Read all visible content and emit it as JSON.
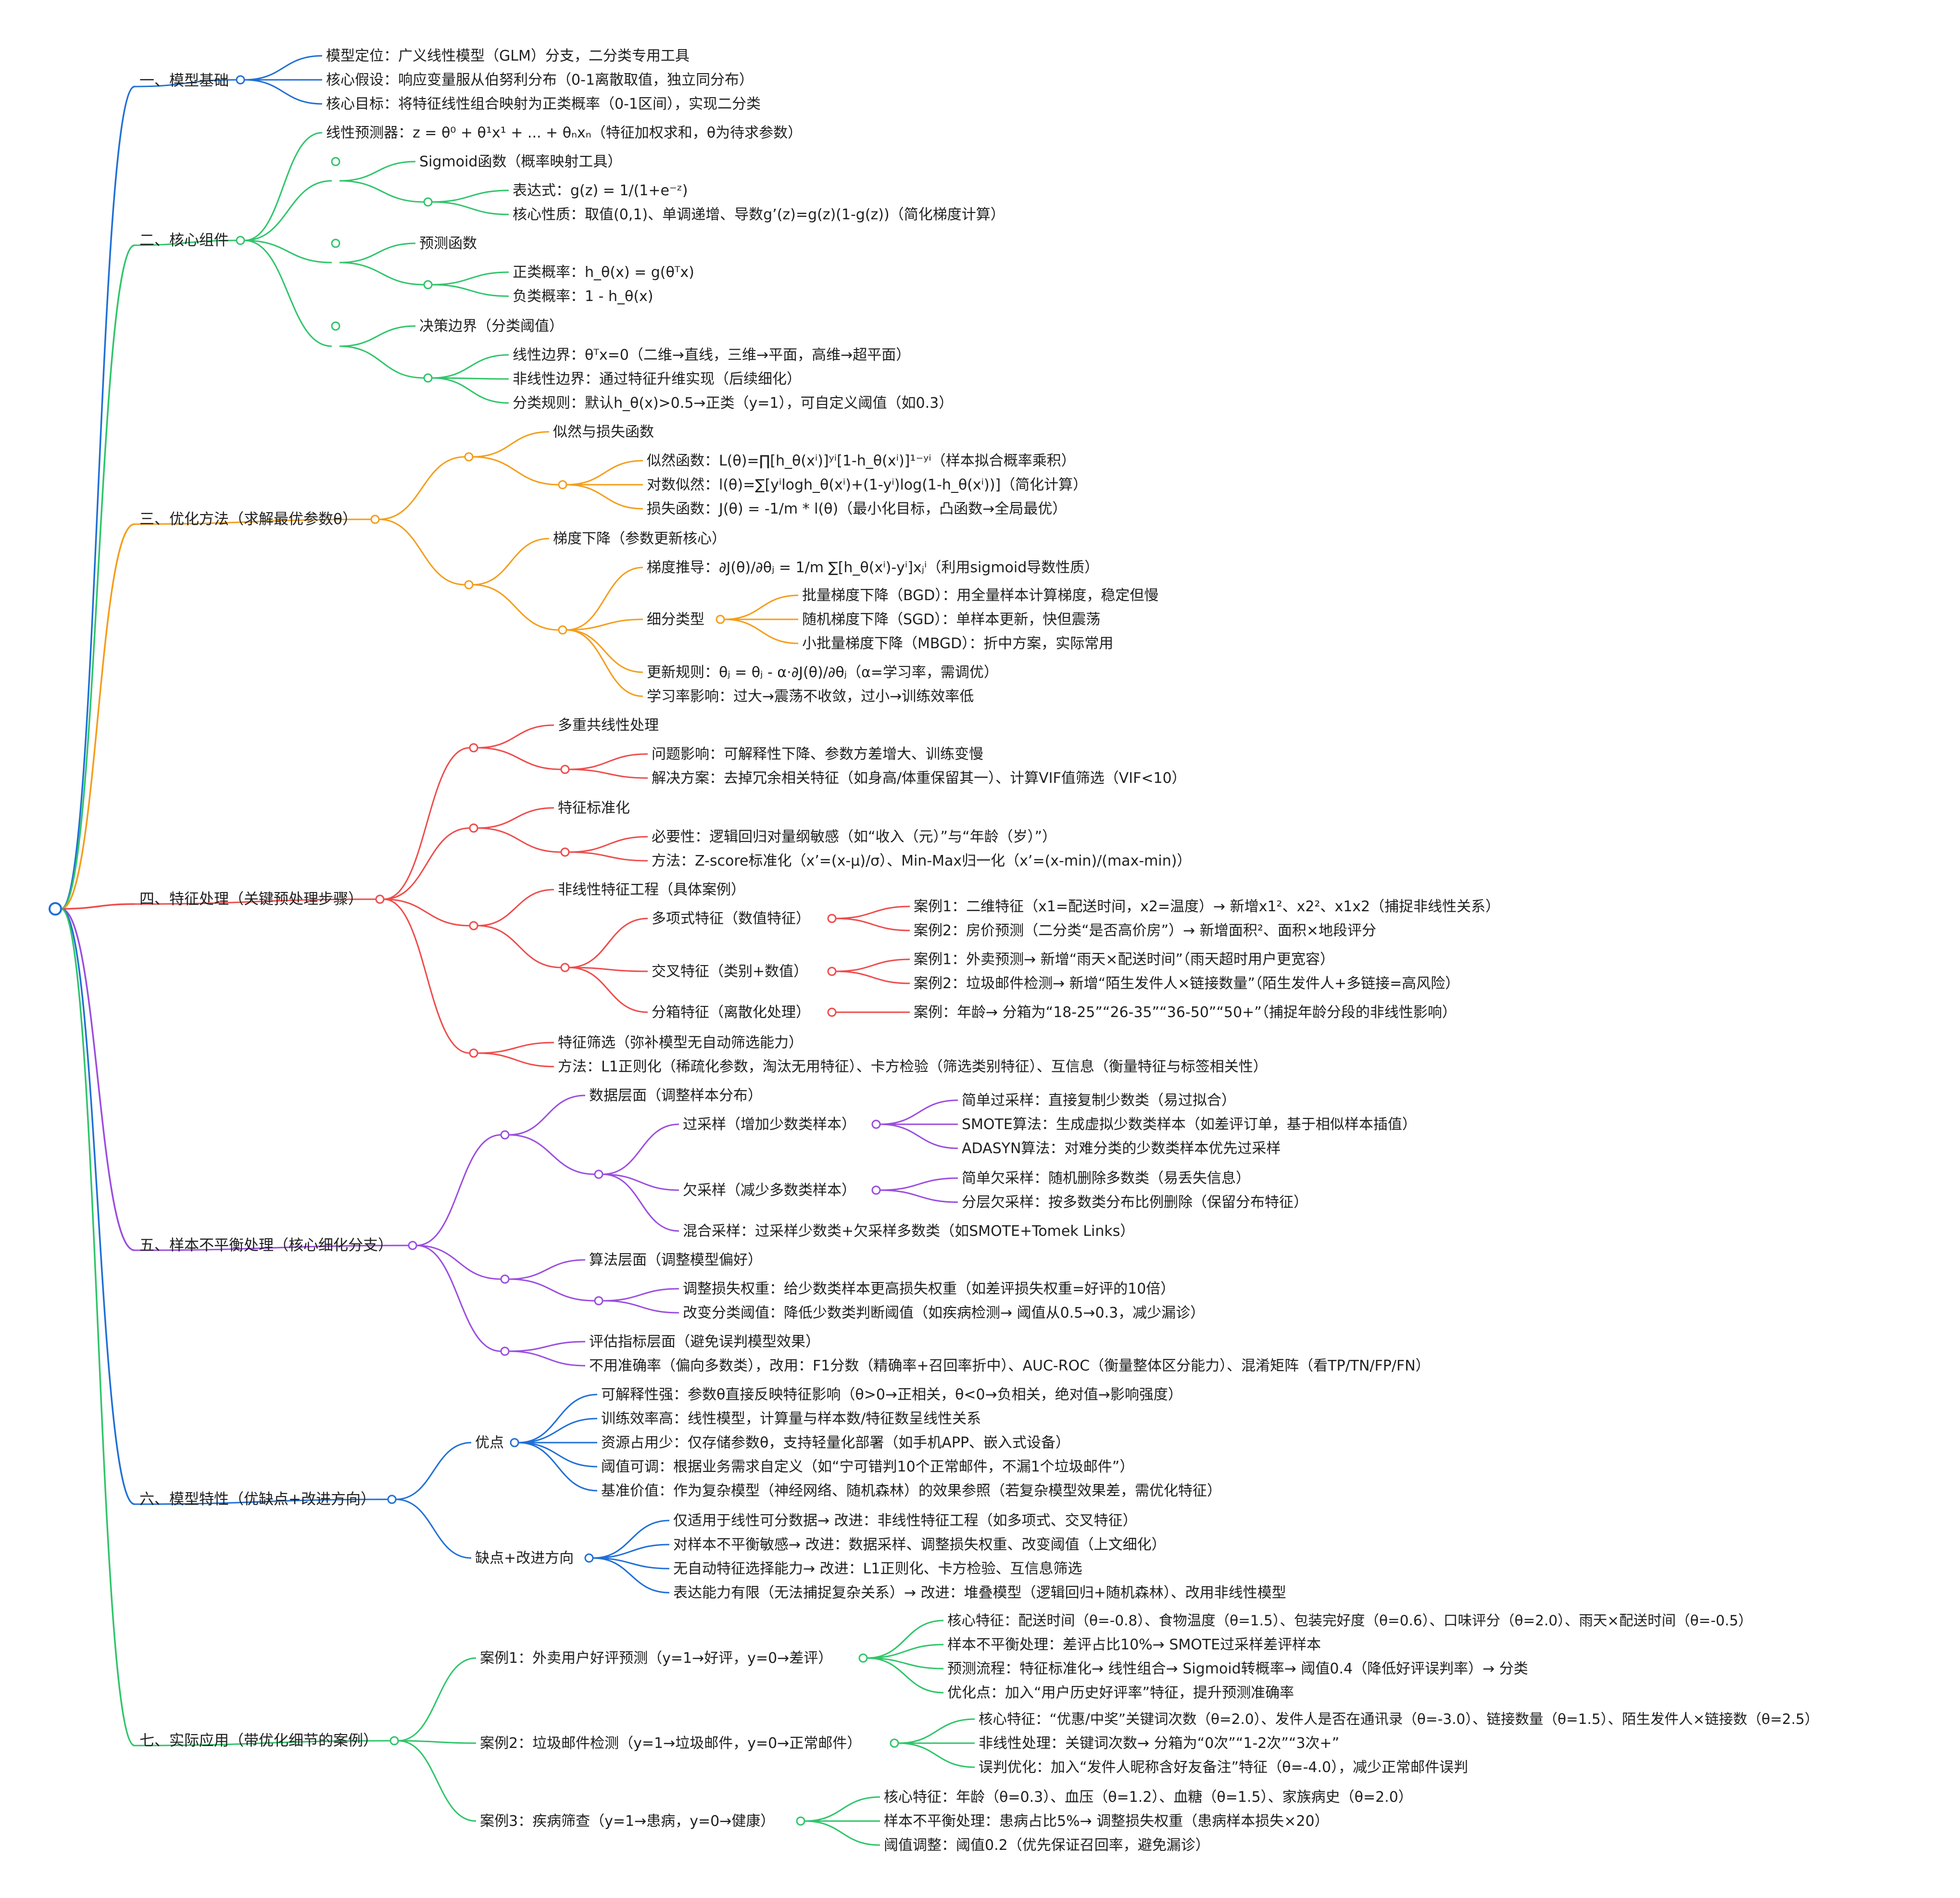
{
  "mindmap": {
    "sections": [
      {
        "id": "s1",
        "color": "#1f6fd6",
        "label": "一、模型基础",
        "items": [
          "模型定位：广义线性模型（GLM）分支，二分类专用工具",
          "核心假设：响应变量服从伯努利分布（0-1离散取值，独立同分布）",
          "核心目标：将特征线性组合映射为正类概率（0-1区间），实现二分类"
        ]
      },
      {
        "id": "s2",
        "color": "#2fc56a",
        "label": "二、核心组件",
        "items": [
          "线性预测器：z = θ⁰ + θ¹x¹ + ... + θₙxₙ（特征加权求和，θ为待求参数）",
          "Sigmoid函数（概率映射工具）",
          "表达式：g(z) = 1/(1+e⁻ᶻ)",
          "核心性质：取值(0,1)、单调递增、导数g’(z)=g(z)(1-g(z))（简化梯度计算）",
          "预测函数",
          "正类概率：h_θ(x) = g(θᵀx)",
          "负类概率：1 - h_θ(x)",
          "决策边界（分类阈值）",
          "线性边界：θᵀx=0（二维→直线，三维→平面，高维→超平面）",
          "非线性边界：通过特征升维实现（后续细化）",
          "分类规则：默认h_θ(x)>0.5→正类（y=1），可自定义阈值（如0.3）"
        ]
      },
      {
        "id": "s3",
        "color": "#f59d1a",
        "label": "三、优化方法（求解最优参数θ）",
        "items": [
          "似然与损失函数",
          "似然函数：L(θ)=∏[h_θ(xⁱ)]ʸⁱ[1-h_θ(xⁱ)]¹⁻ʸⁱ（样本拟合概率乘积）",
          "对数似然：l(θ)=∑[yⁱlogh_θ(xⁱ)+(1-yⁱ)log(1-h_θ(xⁱ))]（简化计算）",
          "损失函数：J(θ) = -1/m * l(θ)（最小化目标，凸函数→全局最优）",
          "梯度下降（参数更新核心）",
          "梯度推导：∂J(θ)/∂θⱼ = 1/m ∑[h_θ(xⁱ)-yⁱ]xⱼⁱ（利用sigmoid导数性质）",
          "细分类型",
          "批量梯度下降（BGD）：用全量样本计算梯度，稳定但慢",
          "随机梯度下降（SGD）：单样本更新，快但震荡",
          "小批量梯度下降（MBGD）：折中方案，实际常用",
          "更新规则：θⱼ = θⱼ - α·∂J(θ)/∂θⱼ（α=学习率，需调优）",
          "学习率影响：过大→震荡不收敛，过小→训练效率低"
        ]
      },
      {
        "id": "s4",
        "color": "#ef4b4b",
        "label": "四、特征处理（关键预处理步骤）",
        "items": [
          "多重共线性处理",
          "问题影响：可解释性下降、参数方差增大、训练变慢",
          "解决方案：去掉冗余相关特征（如身高/体重保留其一）、计算VIF值筛选（VIF<10）",
          "特征标准化",
          "必要性：逻辑回归对量纲敏感（如“收入（元）”与“年龄（岁）”）",
          "方法：Z-score标准化（x’=(x-μ)/σ）、Min-Max归一化（x’=(x-min)/(max-min)）",
          "非线性特征工程（具体案例）",
          "多项式特征（数值特征）",
          "案例1：二维特征（x1=配送时间，x2=温度）→ 新增x1²、x2²、x1x2（捕捉非线性关系）",
          "案例2：房价预测（二分类“是否高价房”）→ 新增面积²、面积×地段评分",
          "交叉特征（类别+数值）",
          "案例1：外卖预测→ 新增“雨天×配送时间”（雨天超时用户更宽容）",
          "案例2：垃圾邮件检测→ 新增“陌生发件人×链接数量”（陌生发件人+多链接=高风险）",
          "分箱特征（离散化处理）",
          "案例：年龄→ 分箱为“18-25”“26-35”“36-50”“50+”（捕捉年龄分段的非线性影响）",
          "特征筛选（弥补模型无自动筛选能力）",
          "方法：L1正则化（稀疏化参数，淘汰无用特征）、卡方检验（筛选类别特征）、互信息（衡量特征与标签相关性）"
        ]
      },
      {
        "id": "s5",
        "color": "#9b4de0",
        "label": "五、样本不平衡处理（核心细化分支）",
        "items": [
          "数据层面（调整样本分布）",
          "过采样（增加少数类样本）",
          "简单过采样：直接复制少数类（易过拟合）",
          "SMOTE算法：生成虚拟少数类样本（如差评订单，基于相似样本插值）",
          "ADASYN算法：对难分类的少数类样本优先过采样",
          "欠采样（减少多数类样本）",
          "简单欠采样：随机删除多数类（易丢失信息）",
          "分层欠采样：按多数类分布比例删除（保留分布特征）",
          "混合采样：过采样少数类+欠采样多数类（如SMOTE+Tomek Links）",
          "算法层面（调整模型偏好）",
          "调整损失权重：给少数类样本更高损失权重（如差评损失权重=好评的10倍）",
          "改变分类阈值：降低少数类判断阈值（如疾病检测→ 阈值从0.5→0.3，减少漏诊）",
          "评估指标层面（避免误判模型效果）",
          "不用准确率（偏向多数类），改用：F1分数（精确率+召回率折中）、AUC-ROC（衡量整体区分能力）、混淆矩阵（看TP/TN/FP/FN）"
        ]
      },
      {
        "id": "s6",
        "color": "#1f6fd6",
        "label": "六、模型特性（优缺点+改进方向）",
        "items": [
          "优点",
          "可解释性强：参数θ直接反映特征影响（θ>0→正相关，θ<0→负相关，绝对值→影响强度）",
          "训练效率高：线性模型，计算量与样本数/特征数呈线性关系",
          "资源占用少：仅存储参数θ，支持轻量化部署（如手机APP、嵌入式设备）",
          "阈值可调：根据业务需求自定义（如“宁可错判10个正常邮件，不漏1个垃圾邮件”）",
          "基准价值：作为复杂模型（神经网络、随机森林）的效果参照（若复杂模型效果差，需优化特征）",
          "缺点+改进方向",
          "仅适用于线性可分数据→ 改进：非线性特征工程（如多项式、交叉特征）",
          "对样本不平衡敏感→ 改进：数据采样、调整损失权重、改变阈值（上文细化）",
          "无自动特征选择能力→ 改进：L1正则化、卡方检验、互信息筛选",
          "表达能力有限（无法捕捉复杂关系）→ 改进：堆叠模型（逻辑回归+随机森林）、改用非线性模型"
        ]
      },
      {
        "id": "s7",
        "color": "#2fc56a",
        "label": "七、实际应用（带优化细节的案例）",
        "items": [
          "案例1：外卖用户好评预测（y=1→好评，y=0→差评）",
          "核心特征：配送时间（θ=-0.8）、食物温度（θ=1.5）、包装完好度（θ=0.6）、口味评分（θ=2.0）、雨天×配送时间（θ=-0.5）",
          "样本不平衡处理：差评占比10%→ SMOTE过采样差评样本",
          "预测流程：特征标准化→ 线性组合→ Sigmoid转概率→ 阈值0.4（降低好评误判率）→ 分类",
          "优化点：加入“用户历史好评率”特征，提升预测准确率",
          "案例2：垃圾邮件检测（y=1→垃圾邮件，y=0→正常邮件）",
          "核心特征：“优惠/中奖”关键词次数（θ=2.0）、发件人是否在通讯录（θ=-3.0）、链接数量（θ=1.5）、陌生发件人×链接数（θ=2.5）",
          "非线性处理：关键词次数→ 分箱为“0次”“1-2次”“3次+”",
          "误判优化：加入“发件人昵称含好友备注”特征（θ=-4.0），减少正常邮件误判",
          "案例3：疾病筛查（y=1→患病，y=0→健康）",
          "核心特征：年龄（θ=0.3）、血压（θ=1.2）、血糖（θ=1.5）、家族病史（θ=2.0）",
          "样本不平衡处理：患病占比5%→ 调整损失权重（患病样本损失×20）",
          "阈值调整：阈值0.2（优先保证召回率，避免漏诊）"
        ]
      }
    ]
  }
}
